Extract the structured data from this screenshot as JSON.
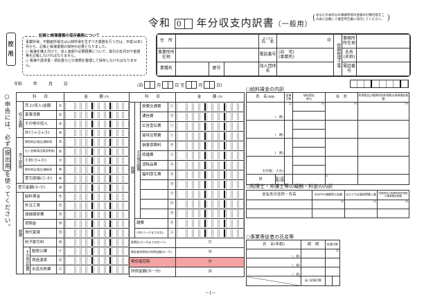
{
  "title": {
    "era": "令和",
    "year": "0",
    "suffix": "年分収支内訳書",
    "type": "（一般用）"
  },
  "note": "あなたの本年分の事業所得の金額の計算内容をこの表に記載して確定申告書に添付してください。",
  "hikae": "控用",
  "notice": {
    "title": "記帳と帳簿書類の保存義務について",
    "body": "事業所得、不動産所得又は山林所得を生ずべき業務を行う方は、平成26年1月から、記帳と帳簿書類の保存が必要となりました。",
    "item1": "○ 帳簿を備え付けて、収入金額や必要経費について、取引の年月日や金額等を記帳しなければなりません。",
    "item2": "○ 帳簿や請求書・領収書などの書類を整理して保存しなければなりません。"
  },
  "header": {
    "address": "住　所",
    "office_location": "事業所所在地",
    "business_type": "業種名",
    "shop_name": "屋号",
    "furigana": "フリガナ",
    "name": "氏　名",
    "seal": "㊞",
    "phone": "電話番号",
    "phone_home": "(自　宅)",
    "phone_office": "(事業所)",
    "association": "加入団体名",
    "tax_accountant": "依頼税理士等",
    "ta_office": "事務所所在地",
    "ta_name": "氏名(名称)",
    "ta_phone": "電話番号"
  },
  "date_line": "令和 年 月 日",
  "period": {
    "open": "(自",
    "month": "月",
    "day": "日",
    "to": "至",
    "close": "日)"
  },
  "side_note": {
    "pre": "○申告には、必ず",
    "boxed": "提出用",
    "post": "を使ってください。"
  },
  "main": {
    "subject": "科　　目",
    "amount": "金　　　額",
    "yen": "(円)"
  },
  "left_rows": [
    {
      "group": "収入金額",
      "label": "売上(収入)金額",
      "num": "①"
    },
    {
      "label": "家事消費",
      "num": "②"
    },
    {
      "label": "その他の収入",
      "num": "③"
    },
    {
      "label": "計(①+②+③)",
      "num": "④"
    },
    {
      "group": "売上原価",
      "label": "期首商品(製品)棚卸高",
      "num": "⑤"
    },
    {
      "label": "仕入金額(製品製造原価)",
      "num": "⑥"
    },
    {
      "label": "小計(⑤+⑥)",
      "num": "⑦"
    },
    {
      "label": "期末商品(製品)棚卸高",
      "num": "⑧"
    },
    {
      "label": "差引原価(⑦-⑧)",
      "num": "⑨"
    },
    {
      "label": "差引金額(④-⑨)",
      "num": "⑩"
    },
    {
      "group": "経費",
      "label": "給料賃金",
      "num": "⑪"
    },
    {
      "label": "外注工賃",
      "num": "⑫"
    },
    {
      "label": "減価償却費",
      "num": "⑬"
    },
    {
      "label": "貸倒金",
      "num": "⑭"
    },
    {
      "label": "地代家賃",
      "num": "⑮"
    },
    {
      "label": "利子割引料",
      "num": "⑯"
    },
    {
      "sub": "その他の経費",
      "label": "租税公課",
      "num": "㋑"
    },
    {
      "label": "荷造運賃",
      "num": "㋺"
    },
    {
      "label": "水道光熱費",
      "num": "㋩"
    }
  ],
  "right_rows": [
    {
      "group": "経費",
      "sub": "その他の経費",
      "label": "旅費交通費",
      "num": "㋥"
    },
    {
      "label": "通信費",
      "num": "㋭"
    },
    {
      "label": "広告宣伝費",
      "num": "㋬"
    },
    {
      "label": "接待交際費",
      "num": "㋣"
    },
    {
      "label": "損害保険料",
      "num": "㋠"
    },
    {
      "label": "修繕費",
      "num": "㋷"
    },
    {
      "label": "消耗品費",
      "num": "㋦"
    },
    {
      "label": "福利厚生費",
      "num": "㋸"
    },
    {
      "label": "",
      "num": "㋾"
    },
    {
      "label": "",
      "num": "㋻"
    },
    {
      "label": "",
      "num": "㋕"
    },
    {
      "label": "",
      "num": "㋵"
    },
    {
      "label": "雑費",
      "num": "㋟"
    },
    {
      "label": "小計(㋑～㋟までの計)",
      "num": "㋹"
    },
    {
      "label": "経費計(⑪～⑯までの計+㋹)",
      "num": "⑰"
    },
    {
      "label": "専従者控除前の所得金額(⑩－⑰)",
      "num": "⑱"
    },
    {
      "label": "専従者控除",
      "num": "⑲",
      "highlight": true
    },
    {
      "label": "所得金額(⑱－⑲)",
      "num": "⑳"
    }
  ],
  "salary": {
    "title": "○給料賃金の内訳",
    "name": "氏　名",
    "age": "(年齢)",
    "months": "従事月数",
    "pay": "給料賃金",
    "bonus": "賞与",
    "total": "合　計",
    "tax": "所得税及び復興特別所得税の源泉徴収税額",
    "yen": "円",
    "month_unit": "月",
    "age_row": "(　歳)",
    "others": "その他(　人分)",
    "sum": "計",
    "total_months": "延べ従事月数",
    "circ": "①"
  },
  "fees": {
    "title": "○税理士・弁護士等の報酬・料金の内訳",
    "payee": "支払先の住所・氏名",
    "amount": "本年中の報酬等の金額",
    "expense": "左のうち必要経費算入額",
    "tax": "所得税及び復興特別所得税の源泉徴収税額",
    "yen": "円"
  },
  "family": {
    "title": "○事業専従者の氏名等",
    "name": "氏　名(年齢)",
    "relation": "続　柄",
    "months": "従事月数",
    "month_unit": "月",
    "age_row": "(　歳)",
    "total_months": "延べ従事月数"
  },
  "page": "－1－"
}
